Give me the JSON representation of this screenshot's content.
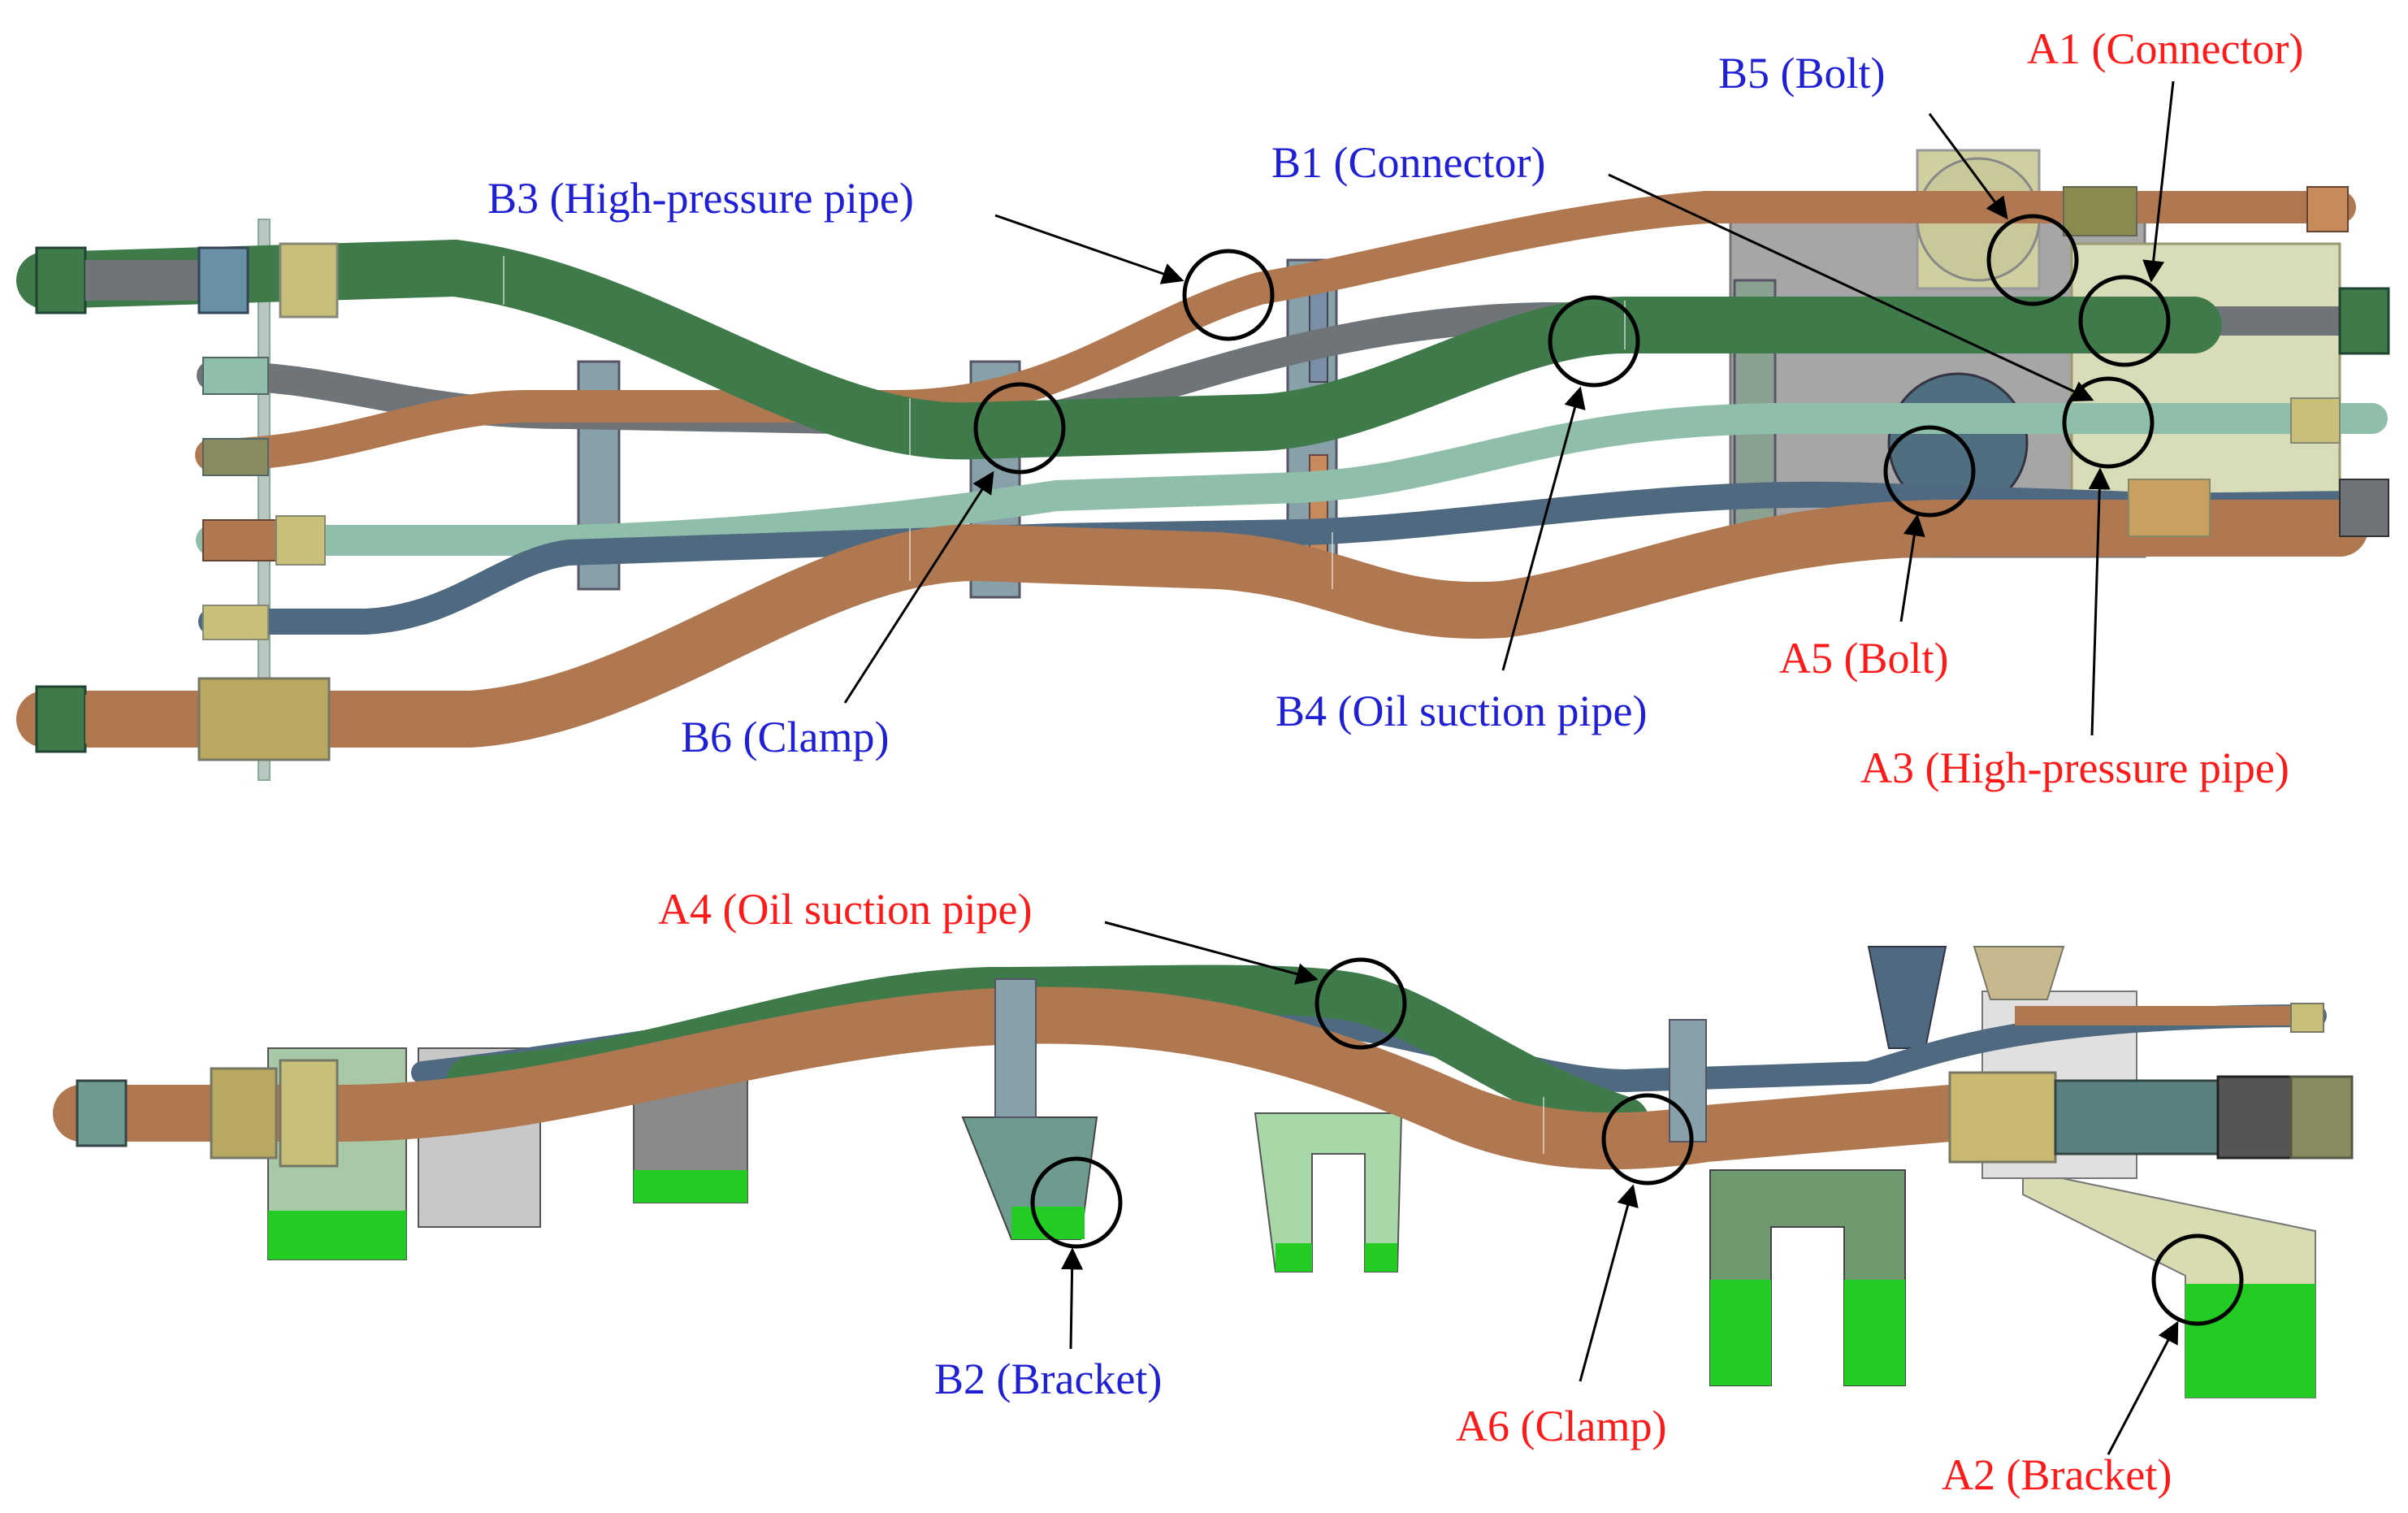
{
  "colors": {
    "label_a": "#ff1a1a",
    "label_b": "#1f1fd6",
    "pipe_green": "#3f7a4a",
    "pipe_copper": "#b07850",
    "pipe_gray": "#6f7478",
    "pipe_teal": "#7fb0a0",
    "pipe_steelblue": "#4f6a80",
    "bracket_bright_green": "#22cc22"
  },
  "labels": {
    "a1": "A1 (Connector)",
    "a2": "A2 (Bracket)",
    "a3": "A3 (High-pressure pipe)",
    "a4": "A4 (Oil suction pipe)",
    "a5": "A5 (Bolt)",
    "a6": "A6 (Clamp)",
    "b1": "B1 (Connector)",
    "b2": "B2 (Bracket)",
    "b3": "B3 (High-pressure pipe)",
    "b4": "B4 (Oil suction pipe)",
    "b5": "B5 (Bolt)",
    "b6": "B6 (Clamp)"
  }
}
